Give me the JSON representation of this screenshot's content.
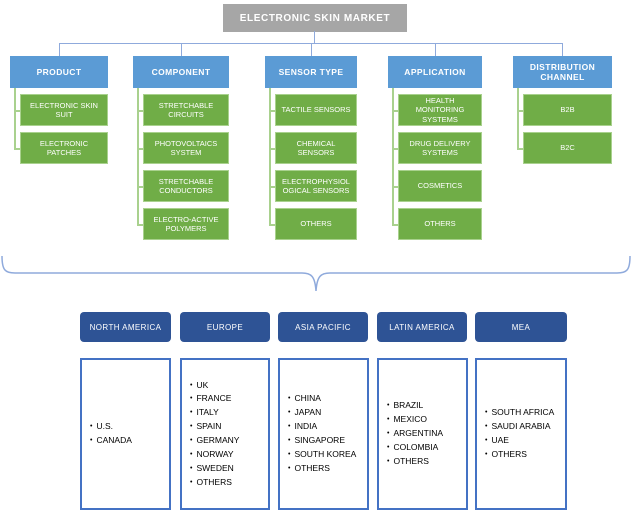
{
  "title": "ELECTRONIC SKIN MARKET",
  "colors": {
    "title_bg": "#A6A6A6",
    "segment_header_bg": "#5B9BD5",
    "segment_item_bg": "#70AD47",
    "segment_item_border": "#A9D18E",
    "connector_blue": "#8FAADC",
    "region_header_bg": "#2E5395",
    "region_box_border": "#4472C4"
  },
  "segments": [
    {
      "label": "PRODUCT",
      "items": [
        "ELECTRONIC SKIN SUIT",
        "ELECTRONIC PATCHES"
      ]
    },
    {
      "label": "COMPONENT",
      "items": [
        "STRETCHABLE CIRCUITS",
        "PHOTOVOLTAICS SYSTEM",
        "STRETCHABLE CONDUCTORS",
        "ELECTRO-ACTIVE POLYMERS"
      ]
    },
    {
      "label": "SENSOR TYPE",
      "items": [
        "TACTILE SENSORS",
        "CHEMICAL SENSORS",
        "ELECTROPHYSIOLOGICAL SENSORS",
        "OTHERS"
      ]
    },
    {
      "label": "APPLICATION",
      "items": [
        "HEALTH MONITORING SYSTEMS",
        "DRUG DELIVERY SYSTEMS",
        "COSMETICS",
        "OTHERS"
      ]
    },
    {
      "label": "DISTRIBUTION CHANNEL",
      "items": [
        "B2B",
        "B2C"
      ]
    }
  ],
  "regions": [
    {
      "label": "NORTH AMERICA",
      "countries": [
        "U.S.",
        "CANADA"
      ]
    },
    {
      "label": "EUROPE",
      "countries": [
        "UK",
        "FRANCE",
        "ITALY",
        "SPAIN",
        "GERMANY",
        "NORWAY",
        "SWEDEN",
        "OTHERS"
      ]
    },
    {
      "label": "ASIA PACIFIC",
      "countries": [
        "CHINA",
        "JAPAN",
        "INDIA",
        "SINGAPORE",
        "SOUTH KOREA",
        "OTHERS"
      ]
    },
    {
      "label": "LATIN AMERICA",
      "countries": [
        "BRAZIL",
        "MEXICO",
        "ARGENTINA",
        "COLOMBIA",
        "OTHERS"
      ]
    },
    {
      "label": "MEA",
      "countries": [
        "SOUTH AFRICA",
        "SAUDI ARABIA",
        "UAE",
        "OTHERS"
      ]
    }
  ]
}
